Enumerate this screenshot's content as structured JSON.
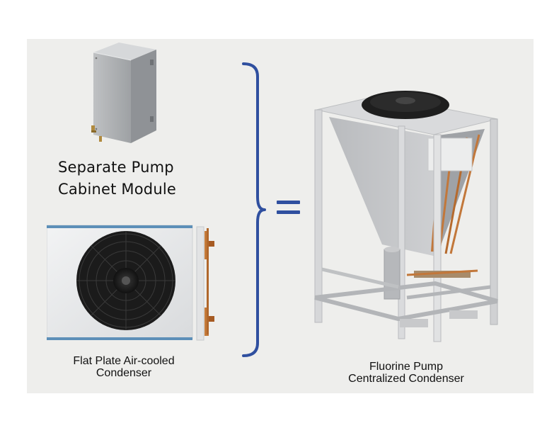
{
  "labels": {
    "pump_cabinet_line1": "Separate Pump",
    "pump_cabinet_line2": "Cabinet Module",
    "flat_plate_line1": "Flat Plate Air-cooled",
    "flat_plate_line2": "Condenser",
    "centralized_line1": "Fluorine Pump",
    "centralized_line2": "Centralized Condenser"
  },
  "colors": {
    "bracket": "#2f4f9f",
    "equals": "#2f4f9f",
    "background": "#eeeeec"
  },
  "icons": {
    "pump_cabinet": "pump-cabinet-icon",
    "flat_condenser": "flat-plate-condenser-icon",
    "centralized_condenser": "centralized-condenser-icon"
  }
}
